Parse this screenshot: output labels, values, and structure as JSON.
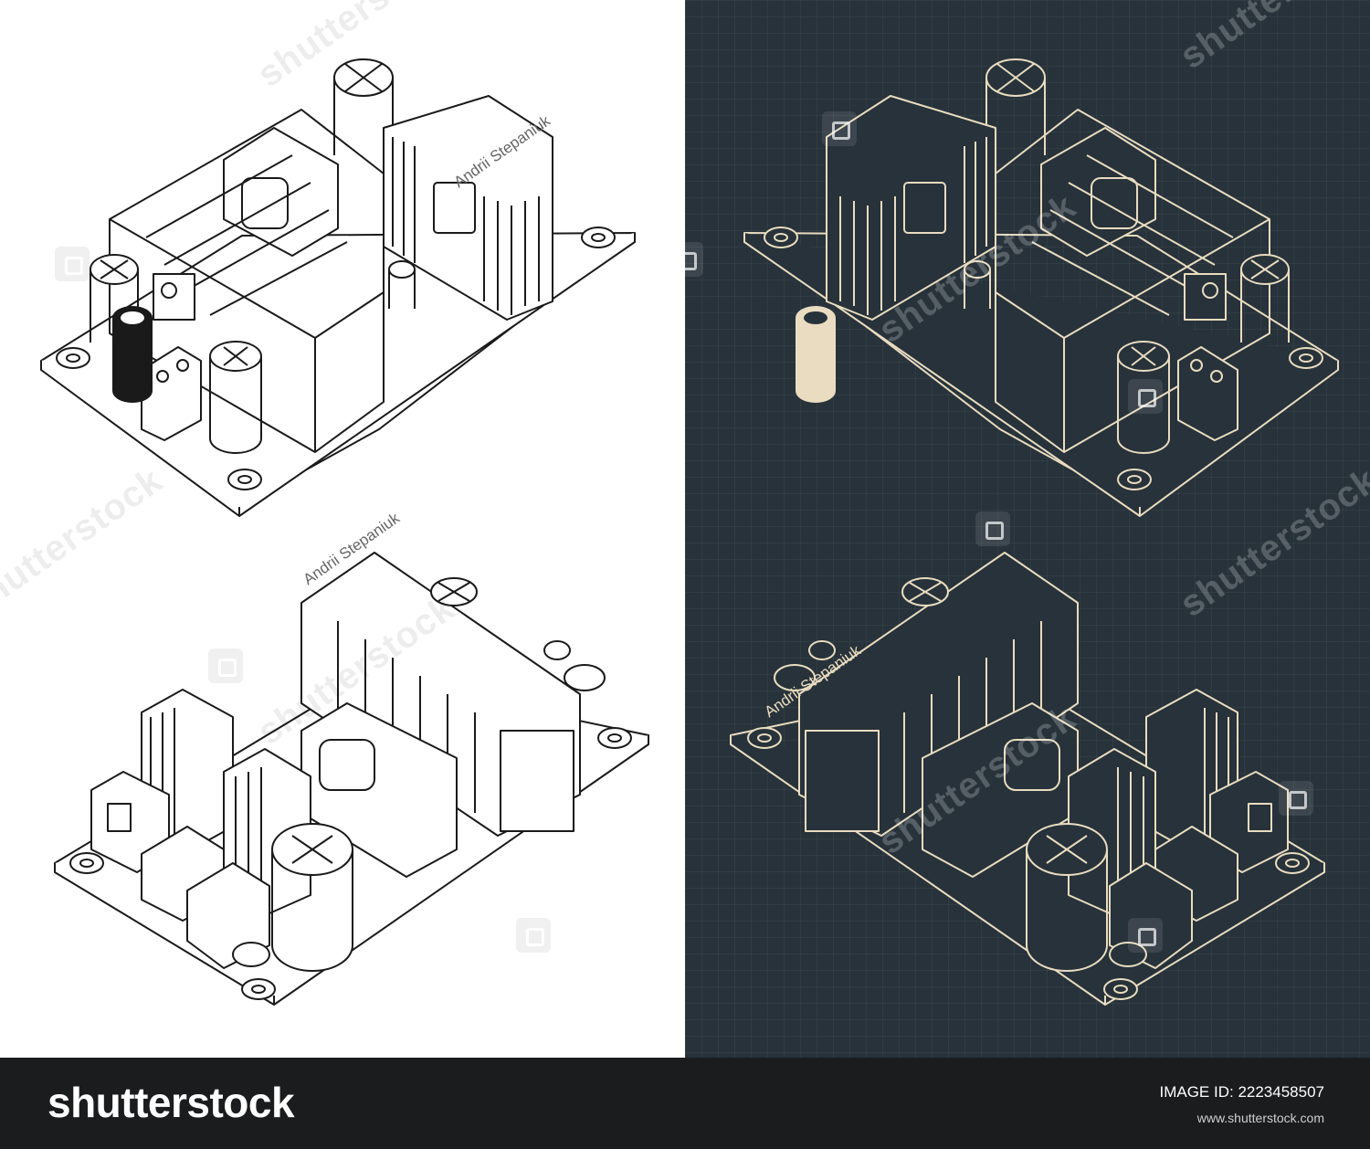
{
  "author_credit": "Andrii Stepaniuk",
  "watermark": {
    "text": "shutterstock"
  },
  "footer": {
    "brand": "shutterstock",
    "image_id_label": "IMAGE ID: 2223458507",
    "url": "www.shutterstock.com"
  },
  "colors": {
    "light_panel_bg": "#ffffff",
    "dark_panel_bg": "#27323a",
    "light_line": "#1a1a1a",
    "dark_line": "#e9dcc0",
    "footer_bg": "#1b1c1e"
  },
  "illustrations": [
    {
      "panel": "light",
      "view": "top-left",
      "subject": "pcb-assembly"
    },
    {
      "panel": "light",
      "view": "bottom-left",
      "subject": "pcb-assembly"
    },
    {
      "panel": "dark",
      "view": "top-right",
      "subject": "pcb-assembly"
    },
    {
      "panel": "dark",
      "view": "bottom-right",
      "subject": "pcb-assembly"
    }
  ]
}
